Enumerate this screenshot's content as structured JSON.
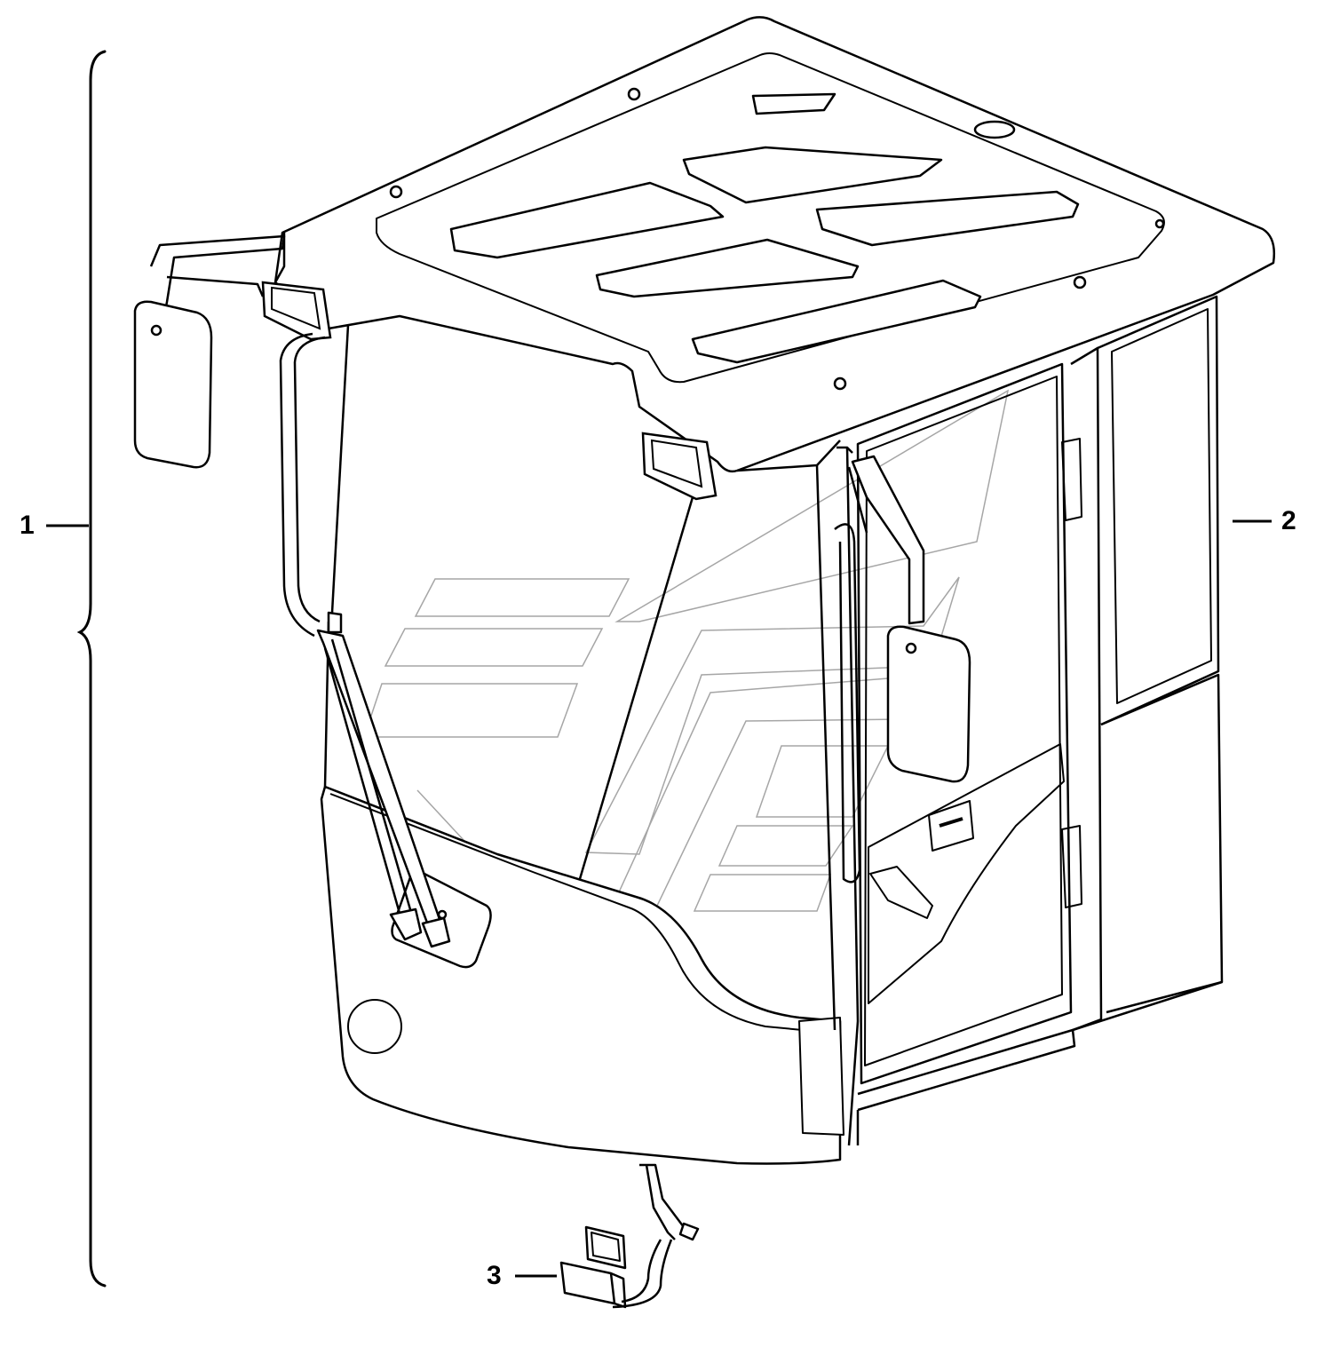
{
  "diagram": {
    "callouts": [
      {
        "id": "1",
        "label": "1"
      },
      {
        "id": "2",
        "label": "2"
      },
      {
        "id": "3",
        "label": "3"
      }
    ],
    "colors": {
      "line": "#000000",
      "watermark": "#9a9a9a",
      "background": "#ffffff"
    }
  }
}
